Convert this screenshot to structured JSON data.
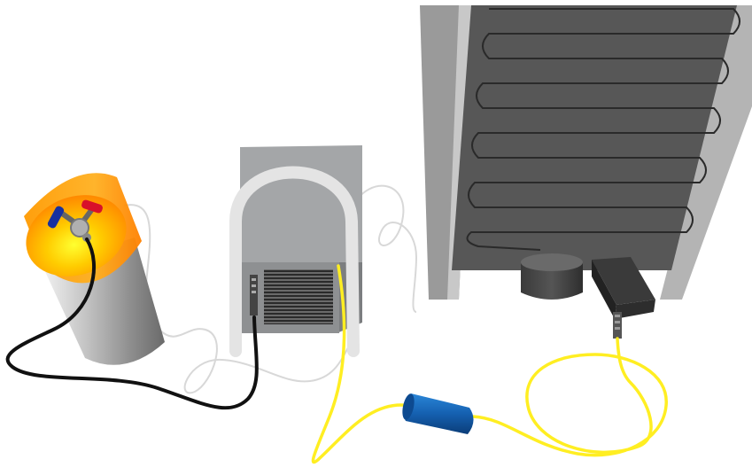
{
  "scene": {
    "components": [
      {
        "name": "refrigerant-cylinder",
        "icon": "gas-cylinder-icon"
      },
      {
        "name": "cylinder-valve-manifold",
        "icon": "valve-icon"
      },
      {
        "name": "recovery-machine",
        "icon": "recovery-unit-icon"
      },
      {
        "name": "refrigerator-condenser-coil",
        "icon": "condenser-coil-icon"
      },
      {
        "name": "compressor",
        "icon": "compressor-icon"
      },
      {
        "name": "service-valve-box",
        "icon": "service-valve-icon"
      },
      {
        "name": "filter-drier",
        "icon": "filter-drier-icon"
      }
    ],
    "hoses": [
      {
        "name": "black-hose",
        "color": "#111111"
      },
      {
        "name": "yellow-hose",
        "color": "#ffee22"
      },
      {
        "name": "white-hose",
        "color": "#d8d8d8"
      }
    ]
  },
  "colors": {
    "background": "#ffffff",
    "cylinder_body": "#b8b8b8",
    "cylinder_top": "#ff9a00",
    "recovery_unit": "#a4a6a8",
    "condenser_panel": "#575757",
    "condenser_frame": "#9a9a9a",
    "filter_drier": "#1560b0",
    "valve_red": "#d8102a",
    "valve_blue": "#1830a0"
  }
}
